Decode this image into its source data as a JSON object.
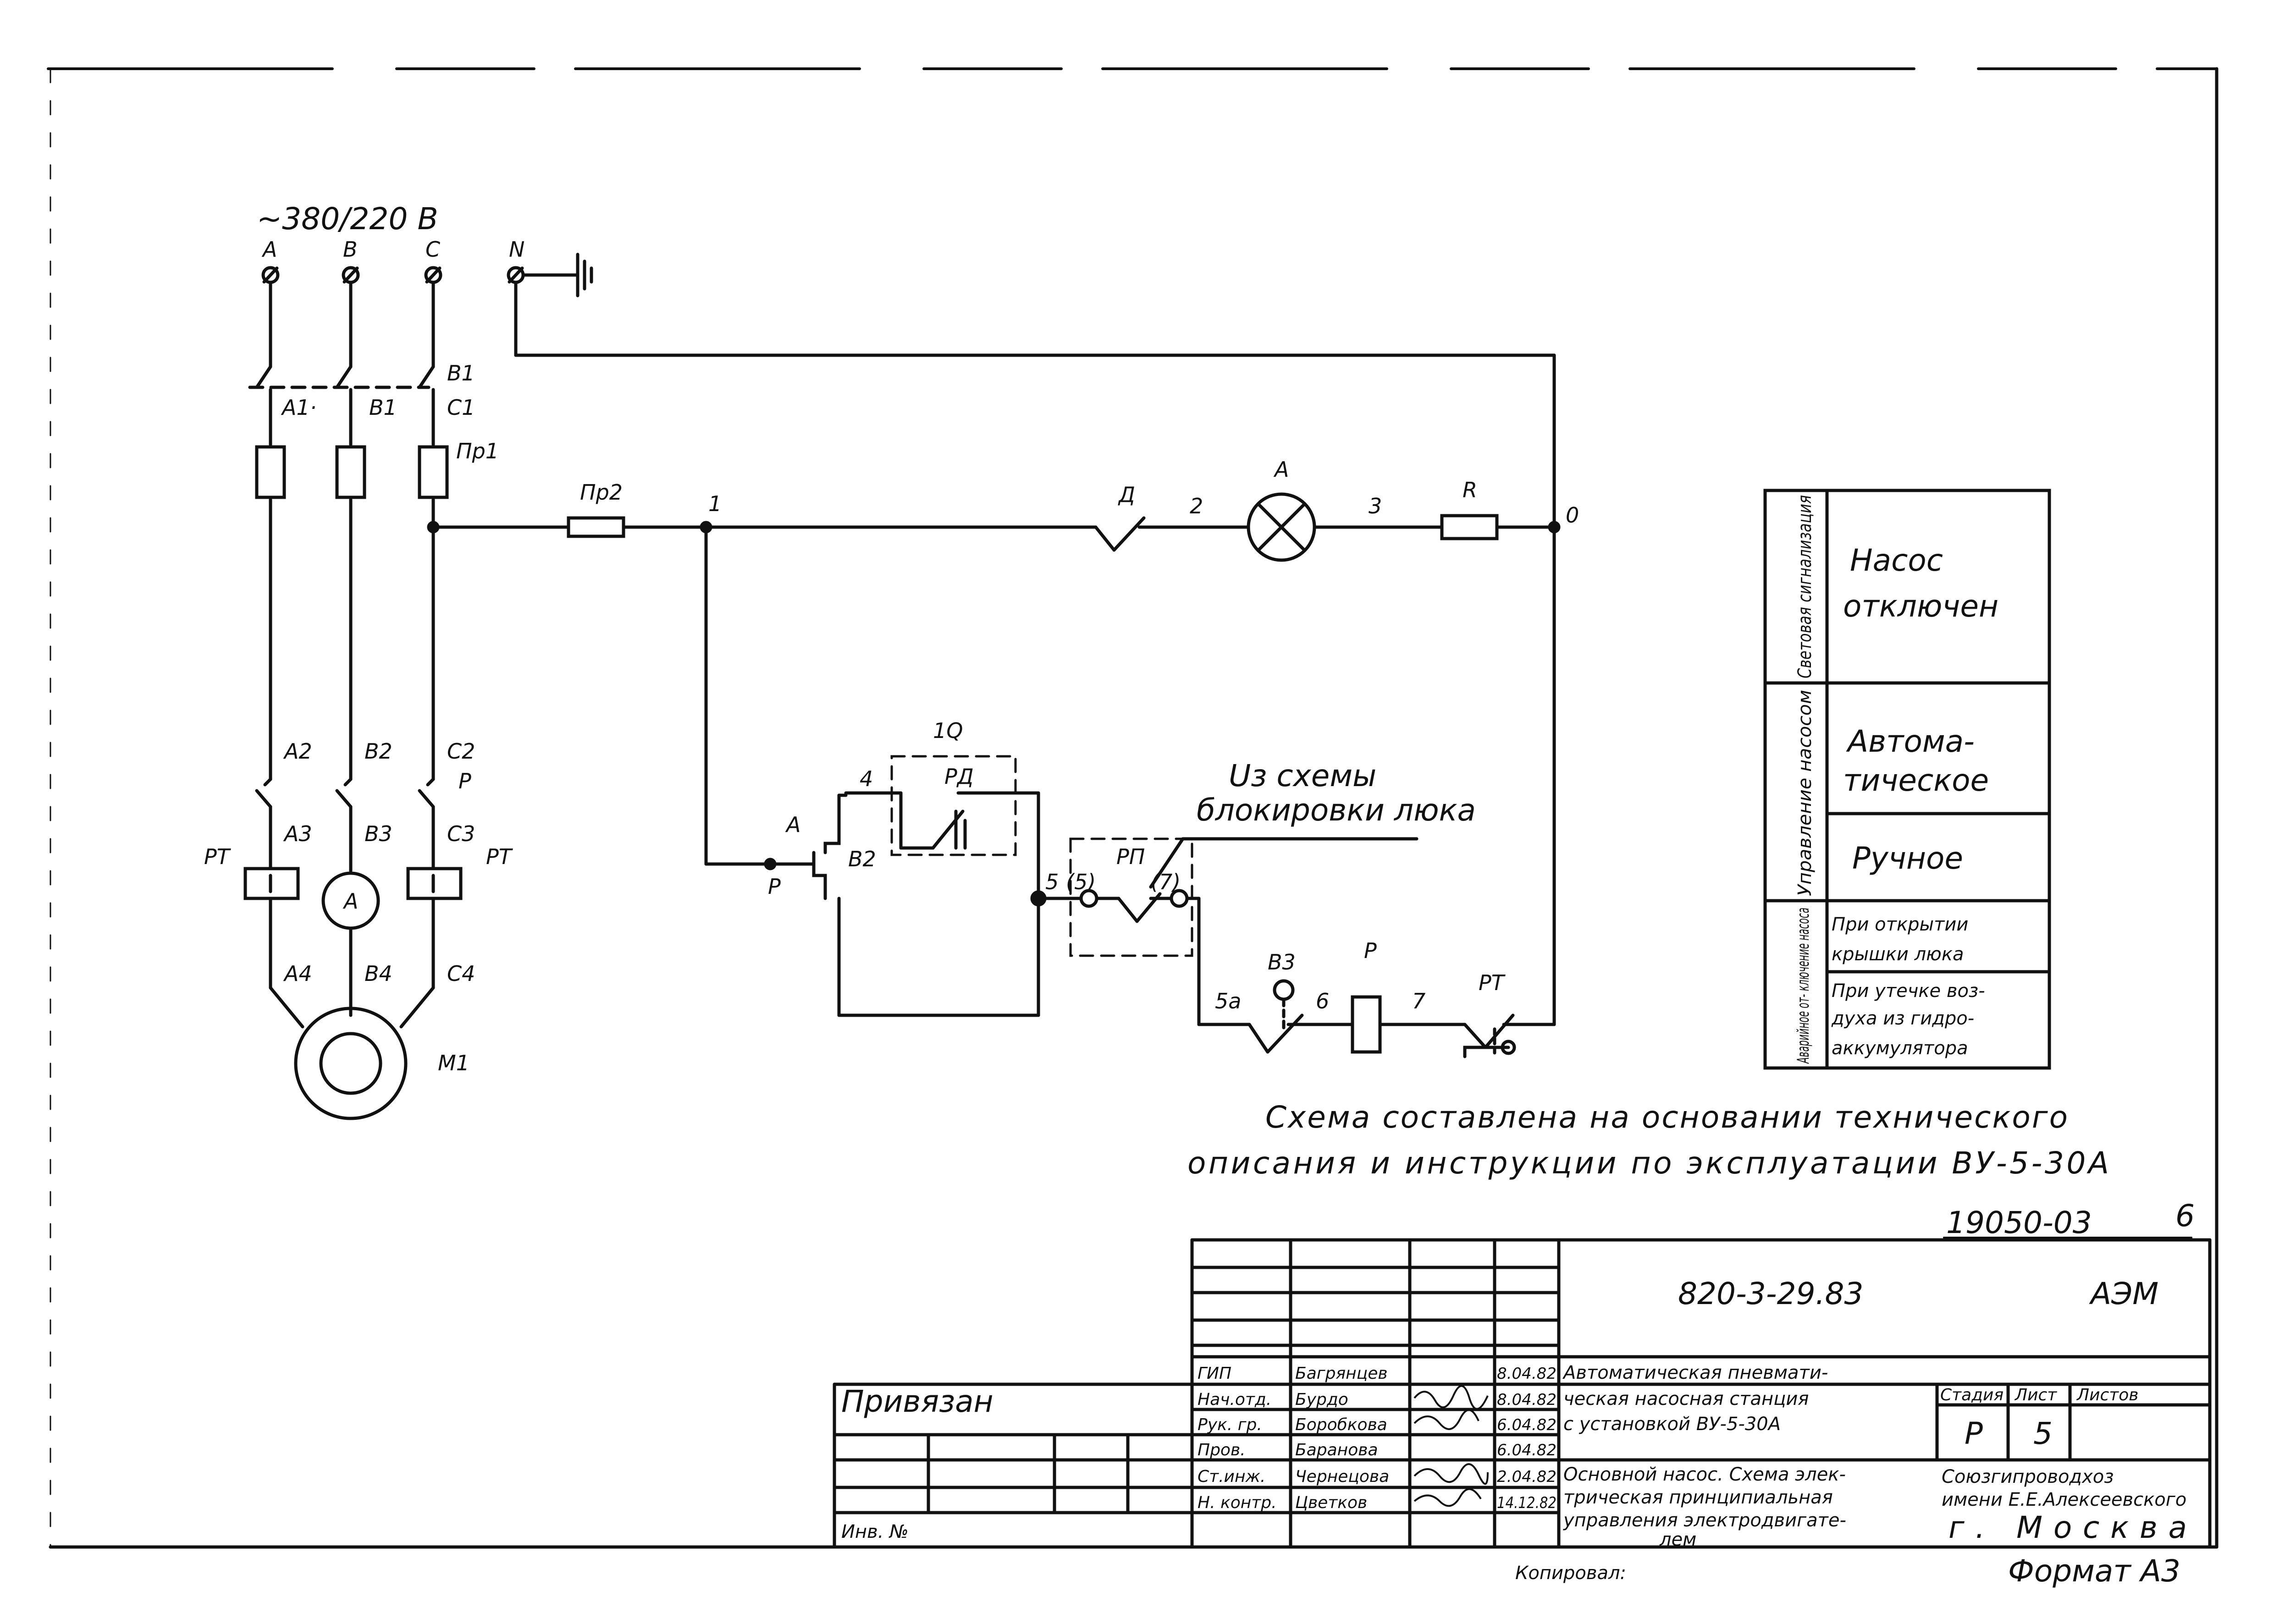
{
  "supply": {
    "voltage": "~380/220 В",
    "phase_a": "А",
    "phase_b": "В",
    "phase_c": "С",
    "neutral": "N"
  },
  "power_circuit": {
    "breaker": "В1",
    "breaker_out_a": "А1·",
    "breaker_out_b": "В1",
    "breaker_out_c": "С1",
    "fuse": "Пр1",
    "a2": "А2",
    "b2": "В2",
    "c2": "С2",
    "contactor": "Р",
    "a3": "А3",
    "b3": "В3",
    "c3": "С3",
    "thermal_left": "РТ",
    "thermal_right": "РТ",
    "ammeter": "А",
    "a4": "А4",
    "b4": "В4",
    "c4": "С4",
    "motor": "М1"
  },
  "control_circuit": {
    "fuse": "Пр2",
    "node_1": "1",
    "d_contact": "Д",
    "node_2": "2",
    "lamp": "А",
    "node_3": "3",
    "resistor": "R",
    "node_0": "0",
    "switch_a": "А",
    "switch_r": "Р",
    "switch": "В2",
    "node_4": "4",
    "pressure_relay_box": "1Q",
    "pressure_relay": "РД",
    "node_5": "5",
    "node_5p": "(5)",
    "node_7p": "(7)",
    "rp": "РП",
    "note_line1": "Uз схемы",
    "note_line2": "блокировки люка",
    "node_5a": "5а",
    "b3": "В3",
    "node_6": "6",
    "coil": "Р",
    "node_7": "7",
    "rt": "РТ"
  },
  "legend": {
    "col1_light": "Световая сигнализация",
    "light_text_1": "Насос",
    "light_text_2": "отключен",
    "col1_pump_control": "Управление насосом",
    "auto_1": "Автома-",
    "auto_2": "тическое",
    "manual": "Ручное",
    "col1_emergency": "Аварийное от- ключение насоса",
    "em1_1": "При открытии",
    "em1_2": "крышки люка",
    "em2_1": "При утечке воз-",
    "em2_2": "духа из гидро-",
    "em2_3": "аккумулятора"
  },
  "note": {
    "line1": "Схема составлена на основании технического",
    "line2": "описания и инструкции по эксплуатации ВУ-5-30А"
  },
  "title_block": {
    "doc_code": "19050-03",
    "sheet_number": "6",
    "project_code": "820-3-29.83",
    "section": "АЭМ",
    "bound": "Привязан",
    "inv_no": "Инв. №",
    "roles": [
      "ГИП",
      "Нач.отд.",
      "Рук. гр.",
      "Пров.",
      "Ст.инж.",
      "Н. контр."
    ],
    "names": [
      "Багрянцев",
      "Бурдо",
      "Боробкова",
      "Баранова",
      "Чернецова",
      "Цветков"
    ],
    "dates": [
      "8.04.82",
      "8.04.82",
      "6.04.82",
      "6.04.82",
      "2.04.82",
      "14.12.82"
    ],
    "object_line1": "Автоматическая пневмати-",
    "object_line2": "ческая насосная станция",
    "object_line3": "с установкой ВУ-5-30А",
    "sheet_title_line1": "Основной насос. Схема элек-",
    "sheet_title_line2": "трическая принципиальная",
    "sheet_title_line3": "управления электродвигате-",
    "sheet_title_line4": "лем",
    "stage_header": "Стадия",
    "sheet_header": "Лист",
    "sheets_header": "Листов",
    "stage": "Р",
    "sheet": "5",
    "org_line1": "Союзгипроводхоз",
    "org_line2": "имени Е.Е.Алексеевского",
    "org_line3": "г. Москва",
    "copied": "Копировал:",
    "format": "Формат А3"
  }
}
